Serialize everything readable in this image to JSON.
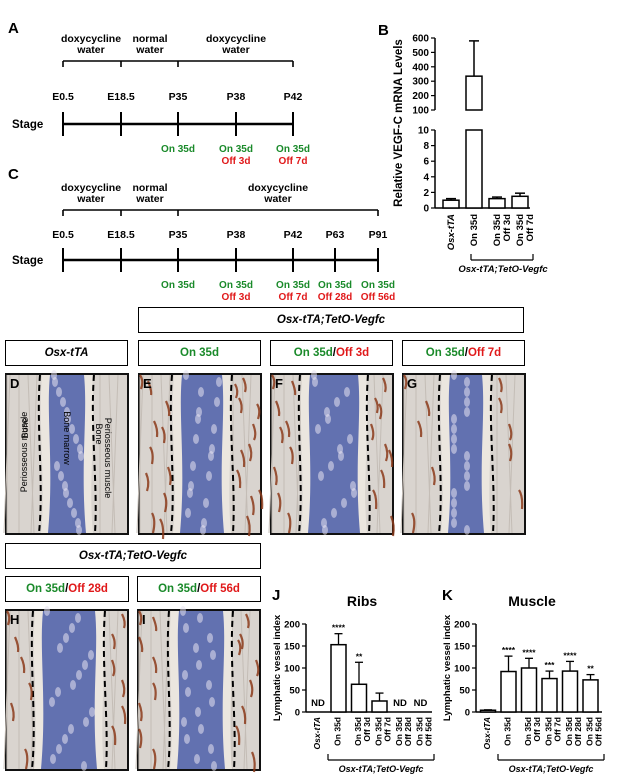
{
  "panel_letters": {
    "A": "A",
    "B": "B",
    "C": "C",
    "D": "D",
    "E": "E",
    "F": "F",
    "G": "G",
    "H": "H",
    "I": "I",
    "J": "J",
    "K": "K"
  },
  "timeline_a": {
    "phases": [
      "doxycycline\nwater",
      "normal\nwater",
      "doxycycline\nwater"
    ],
    "timepoints": [
      "E0.5",
      "E18.5",
      "P35",
      "P38",
      "P42"
    ],
    "stage_label": "Stage",
    "on_labels": [
      "On 35d",
      "On 35d",
      "On 35d"
    ],
    "off_labels": [
      "Off 3d",
      "Off 7d"
    ]
  },
  "timeline_c": {
    "phases": [
      "doxycycline\nwater",
      "normal\nwater",
      "doxycycline\nwater"
    ],
    "timepoints": [
      "E0.5",
      "E18.5",
      "P35",
      "P38",
      "P42",
      "P63",
      "P91"
    ],
    "stage_label": "Stage",
    "on_labels": [
      "On 35d",
      "On 35d",
      "On 35d",
      "On 35d",
      "On 35d"
    ],
    "off_labels": [
      "Off 3d",
      "Off 7d",
      "Off 28d",
      "Off 56d"
    ]
  },
  "headers": {
    "tetO_top": "Osx-tTA;TetO-Vegfc",
    "osx": "Osx-tTA",
    "on35": "On 35d",
    "on35_off3_on": "On 35d",
    "on35_off3_off": "Off 3d",
    "on35_off7_on": "On 35d",
    "on35_off7_off": "Off 7d",
    "tetO_bottom": "Osx-tTA;TetO-Vegfc",
    "on35_off28_on": "On 35d",
    "on35_off28_off": "Off 28d",
    "on35_off56_on": "On 35d",
    "on35_off56_off": "Off 56d",
    "slash": "/"
  },
  "panel_d_labels": {
    "left_outer": "Periosseous muscle",
    "left_inner": "Bone",
    "center": "Bone marrow",
    "right_inner": "Bone",
    "right_outer": "Periosseous muscle"
  },
  "colors": {
    "green": "#1a8a2a",
    "red": "#e0191a",
    "tissue_bg": "#d9d4cf",
    "marrow": "#4a5ca8",
    "stain": "#8b3a1a"
  },
  "chart_data": [
    {
      "type": "bar",
      "panel": "B",
      "ylabel": "Relative VEGF-C mRNA Levels",
      "categories": [
        "Osx-tTA",
        "On 35d",
        "On 35d Off 3d",
        "On 35d Off 7d"
      ],
      "values": [
        1.0,
        335,
        1.2,
        1.5
      ],
      "errors": [
        0.2,
        245,
        0.2,
        0.4
      ],
      "broken_axis": true,
      "ylim_lower": [
        0,
        10
      ],
      "ylim_upper": [
        100,
        600
      ],
      "yticks_lower": [
        0,
        2,
        4,
        6,
        8,
        10
      ],
      "yticks_upper": [
        100,
        200,
        300,
        400,
        500,
        600
      ],
      "group_label": "Osx-tTA;TetO-Vegfc"
    },
    {
      "type": "bar",
      "panel": "J",
      "title": "Ribs",
      "ylabel": "Lymphatic vessel index",
      "categories": [
        "Osx-tTA",
        "On 35d",
        "On 35d Off 3d",
        "On 35d Off 7d",
        "On 35d Off 28d",
        "On 35d Off 56d"
      ],
      "values": [
        0,
        153,
        63,
        25,
        0,
        0
      ],
      "errors": [
        0,
        25,
        50,
        18,
        0,
        0
      ],
      "annotations": [
        "ND",
        "****",
        "**",
        "",
        "ND",
        "ND"
      ],
      "ylim": [
        0,
        200
      ],
      "yticks": [
        0,
        50,
        100,
        150,
        200
      ],
      "group_label": "Osx-tTA;TetO-Vegfc"
    },
    {
      "type": "bar",
      "panel": "K",
      "title": "Muscle",
      "ylabel": "Lymphatic vessel index",
      "categories": [
        "Osx-tTA",
        "On 35d",
        "On 35d Off 3d",
        "On 35d Off 7d",
        "On 35d Off 28d",
        "On 35d Off 56d"
      ],
      "values": [
        4,
        92,
        100,
        76,
        93,
        73
      ],
      "errors": [
        1,
        35,
        22,
        17,
        22,
        12
      ],
      "annotations": [
        "",
        "****",
        "****",
        "***",
        "****",
        "**"
      ],
      "ylim": [
        0,
        200
      ],
      "yticks": [
        0,
        50,
        100,
        150,
        200
      ],
      "group_label": "Osx-tTA;TetO-Vegfc"
    }
  ]
}
